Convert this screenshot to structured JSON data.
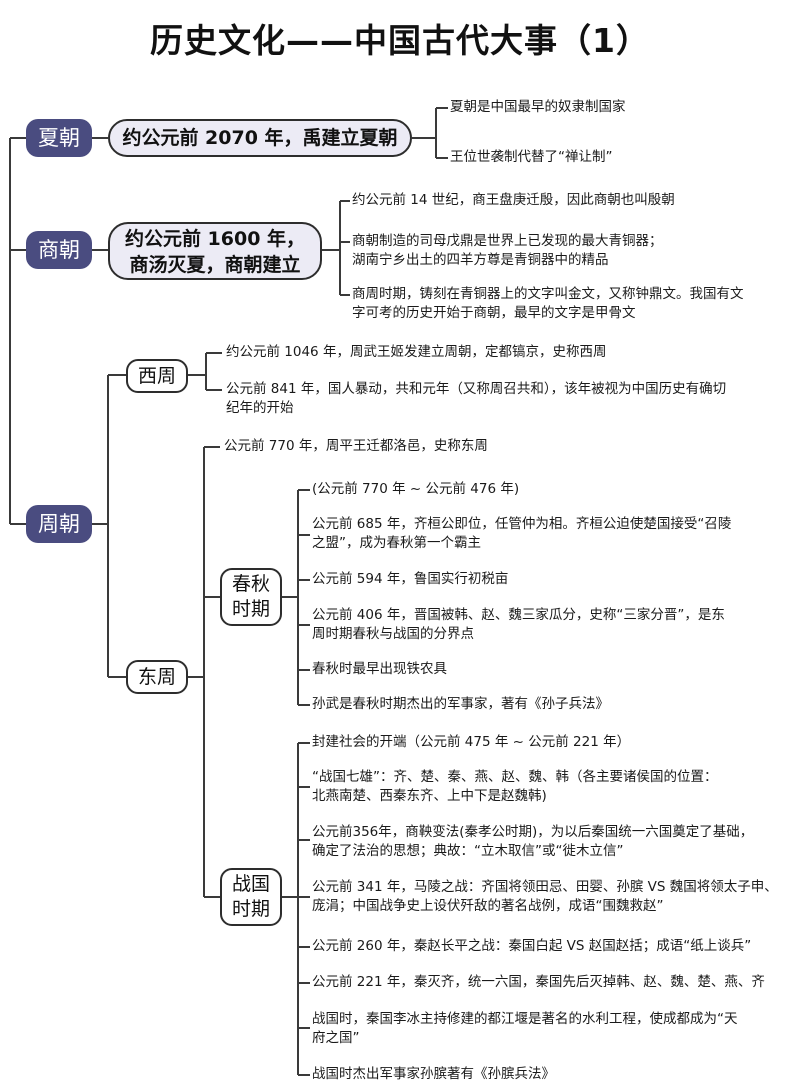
{
  "title": "历史文化——中国古代大事（1）",
  "xia": {
    "label": "夏朝",
    "summary": "约公元前 2070 年，禹建立夏朝",
    "facts": [
      "夏朝是中国最早的奴隶制国家",
      "王位世袭制代替了“禅让制”"
    ]
  },
  "shang": {
    "label": "商朝",
    "summary_line1": "约公元前 1600 年，",
    "summary_line2": "商汤灭夏，商朝建立",
    "facts": [
      "约公元前 14 世纪，商王盘庚迁殷，因此商朝也叫殷朝",
      "商朝制造的司母戊鼎是世界上已发现的最大青铜器；",
      "湖南宁乡出土的四羊方尊是青铜器中的精品",
      "商周时期，铸刻在青铜器上的文字叫金文，又称钟鼎文。我国有文",
      "字可考的历史开始于商朝，最早的文字是甲骨文"
    ]
  },
  "zhou": {
    "label": "周朝",
    "west": {
      "label": "西周",
      "facts": [
        "约公元前 1046 年，周武王姬发建立周朝，定都镐京，史称西周",
        "公元前 841 年，国人暴动，共和元年（又称周召共和），该年被视为中国历史有确切",
        "纪年的开始"
      ]
    },
    "east": {
      "label": "东周",
      "intro": "公元前 770 年，周平王迁都洛邑，史称东周",
      "chunqiu": {
        "label_line1": "春秋",
        "label_line2": "时期",
        "facts": [
          "(公元前 770 年 ~ 公元前 476 年)",
          "公元前 685 年，齐桓公即位，任管仲为相。齐桓公迫使楚国接受“召陵",
          "之盟”，成为春秋第一个霸主",
          "公元前 594 年，鲁国实行初税亩",
          "公元前 406 年，晋国被韩、赵、魏三家瓜分，史称“三家分晋”，是东",
          "周时期春秋与战国的分界点",
          "春秋时最早出现铁农具",
          "孙武是春秋时期杰出的军事家，著有《孙子兵法》"
        ]
      },
      "zhanguo": {
        "label_line1": "战国",
        "label_line2": "时期",
        "facts": [
          "封建社会的开端（公元前 475 年 ~ 公元前 221 年）",
          "“战国七雄”：齐、楚、秦、燕、赵、魏、韩（各主要诸侯国的位置：",
          "北燕南楚、西秦东齐、上中下是赵魏韩)",
          "公元前356年，商鞅变法(秦孝公时期)，为以后秦国统一六国奠定了基础，",
          "确定了法治的思想；典故：“立木取信”或“徙木立信”",
          "公元前 341 年，马陵之战：齐国将领田忌、田婴、孙膑 VS 魏国将领太子申、",
          "庞涓；中国战争史上设伏歼敌的著名战例，成语“围魏救赵”",
          "公元前 260 年，秦赵长平之战：秦国白起 VS 赵国赵括；成语“纸上谈兵”",
          "公元前 221 年，秦灭齐，统一六国，秦国先后灭掉韩、赵、魏、楚、燕、齐",
          "战国时，秦国李冰主持修建的都江堰是著名的水利工程，使成都成为“天",
          "府之国”",
          "战国时杰出军事家孙膑著有《孙膑兵法》"
        ]
      }
    }
  }
}
